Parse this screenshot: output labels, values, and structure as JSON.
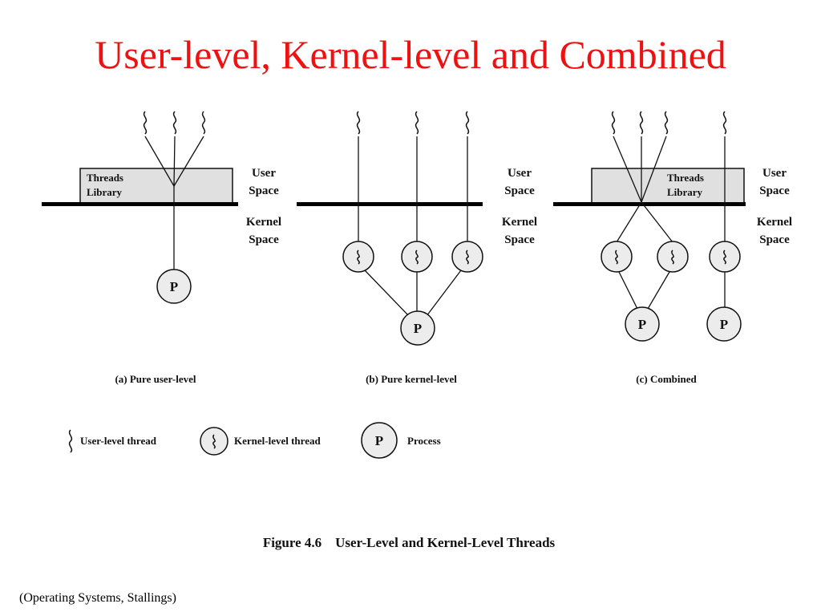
{
  "slide": {
    "title": "User-level, Kernel-level and Combined",
    "title_color": "#ee1111",
    "footnote": "(Operating Systems, Stallings)"
  },
  "diagram": {
    "panels": [
      {
        "caption": "(a) Pure user-level",
        "library_label_line1": "Threads",
        "library_label_line2": "Library",
        "user_space_line1": "User",
        "user_space_line2": "Space",
        "kernel_space_line1": "Kernel",
        "kernel_space_line2": "Space",
        "process_label": "P"
      },
      {
        "caption": "(b) Pure kernel-level",
        "user_space_line1": "User",
        "user_space_line2": "Space",
        "kernel_space_line1": "Kernel",
        "kernel_space_line2": "Space",
        "process_label": "P"
      },
      {
        "caption": "(c) Combined",
        "library_label_line1": "Threads",
        "library_label_line2": "Library",
        "user_space_line1": "User",
        "user_space_line2": "Space",
        "kernel_space_line1": "Kernel",
        "kernel_space_line2": "Space",
        "process_labels": [
          "P",
          "P"
        ]
      }
    ],
    "legend": [
      {
        "icon": "user-level-thread-icon",
        "label": "User-level thread"
      },
      {
        "icon": "kernel-level-thread-icon",
        "label": "Kernel-level thread"
      },
      {
        "icon": "process-icon",
        "symbol": "P",
        "label": "Process"
      }
    ],
    "figure_caption": "Figure 4.6    User-Level and Kernel-Level Threads",
    "library_fill": "#e0e0e0",
    "circle_fill": "#ececec"
  }
}
